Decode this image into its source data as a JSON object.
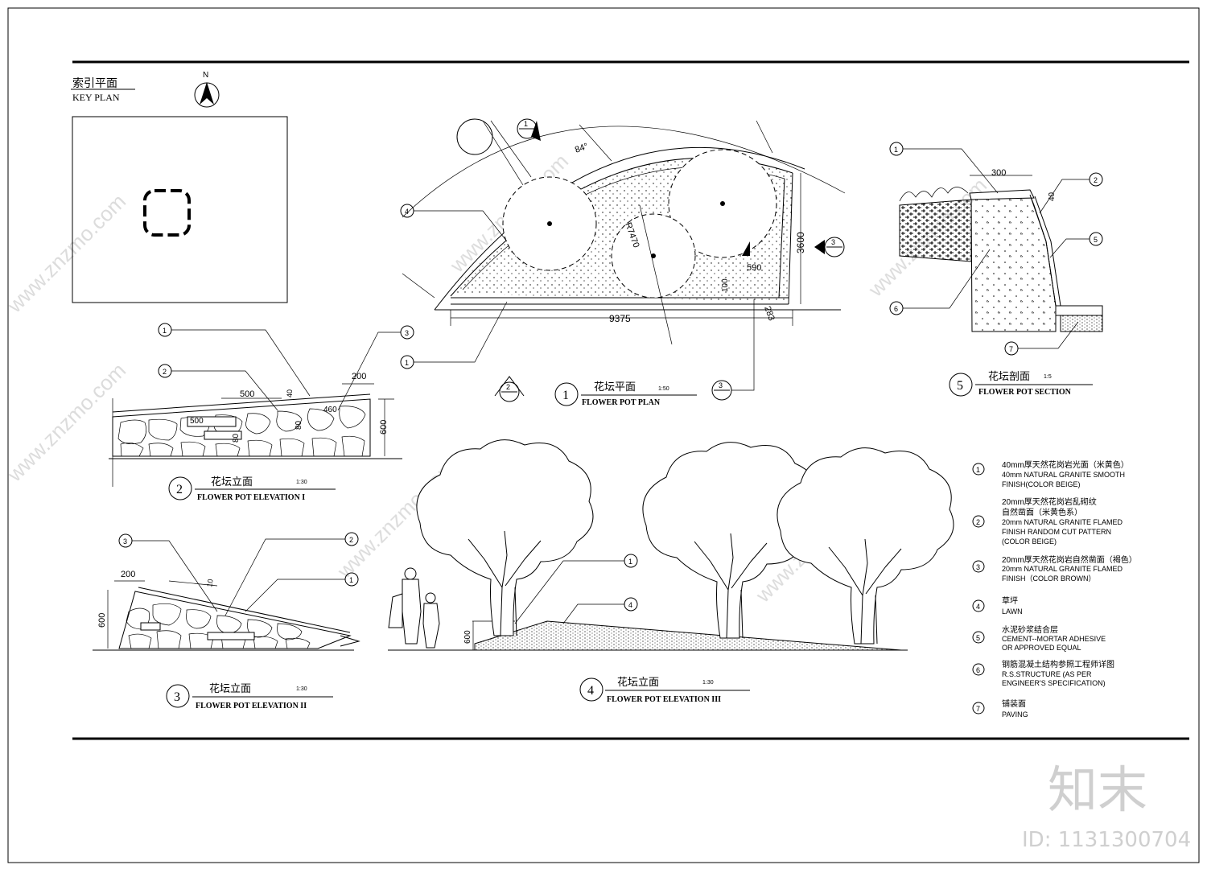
{
  "key_plan": {
    "title_cn": "索引平面",
    "title_en": "KEY PLAN",
    "north": "N"
  },
  "plan": {
    "title_cn": "花坛平面",
    "title_en": "FLOWER POT PLAN",
    "number": "1",
    "scale": "1:50",
    "dims": {
      "width": "9375",
      "height": "3600",
      "radius": "R7470",
      "angle": "84°",
      "d590": "590",
      "d100": "100",
      "d283": "283"
    },
    "section_tag_top": "1",
    "section_tag_right": "3",
    "section_tag_bottom_left": "2",
    "section_tag_bottom_right": "3"
  },
  "section": {
    "title_cn": "花坛剖面",
    "title_en": "FLOWER POT SECTION",
    "number": "5",
    "scale": "1:5",
    "dims": {
      "d300": "300",
      "d40": "40"
    }
  },
  "elev1": {
    "title_cn": "花坛立面",
    "title_en": "FLOWER POT ELEVATION I",
    "number": "2",
    "scale": "1:30",
    "dims": {
      "d500a": "500",
      "d500b": "500",
      "d200": "200",
      "d460": "460",
      "d600": "600",
      "d80a": "80",
      "d80b": "80",
      "d40": "40"
    }
  },
  "elev2": {
    "title_cn": "花坛立面",
    "title_en": "FLOWER POT ELEVATION II",
    "number": "3",
    "scale": "1:30",
    "dims": {
      "d200": "200",
      "d600": "600",
      "d10": "10"
    }
  },
  "elev3": {
    "title_cn": "花坛立面",
    "title_en": "FLOWER POT ELEVATION III",
    "number": "4",
    "scale": "1:30",
    "dims": {
      "d600": "600"
    }
  },
  "legend": [
    {
      "num": "1",
      "cn": "40mm厚天然花岗岩光面（米黄色）",
      "en": [
        "40mm NATURAL GRANITE SMOOTH",
        "FINISH(COLOR BEIGE)"
      ]
    },
    {
      "num": "2",
      "cn": "20mm厚天然花岗岩乱砌纹",
      "cn2": "自然凿面（米黄色系）",
      "en": [
        "20mm NATURAL GRANITE FLAMED",
        "FINISH RANDOM CUT PATTERN",
        "(COLOR BEIGE)"
      ]
    },
    {
      "num": "3",
      "cn": "20mm厚天然花岗岩自然凿面（褐色）",
      "en": [
        "20mm NATURAL GRANITE FLAMED",
        "FINISH（COLOR BROWN）"
      ]
    },
    {
      "num": "4",
      "cn": "草坪",
      "en": [
        "LAWN"
      ]
    },
    {
      "num": "5",
      "cn": "水泥砂浆结合层",
      "en": [
        "CEMENT--MORTAR ADHESIVE",
        "OR APPROVED EQUAL"
      ]
    },
    {
      "num": "6",
      "cn": "钢筋混凝土结构参照工程师详图",
      "en": [
        "R.S.STRUCTURE (AS PER",
        "ENGINEER'S SPECIFICATION)"
      ]
    },
    {
      "num": "7",
      "cn": "铺装面",
      "en": [
        "PAVING"
      ]
    }
  ],
  "watermark": {
    "url": "www.znzmo.com",
    "brand": "知末",
    "id": "ID: 1131300704"
  }
}
